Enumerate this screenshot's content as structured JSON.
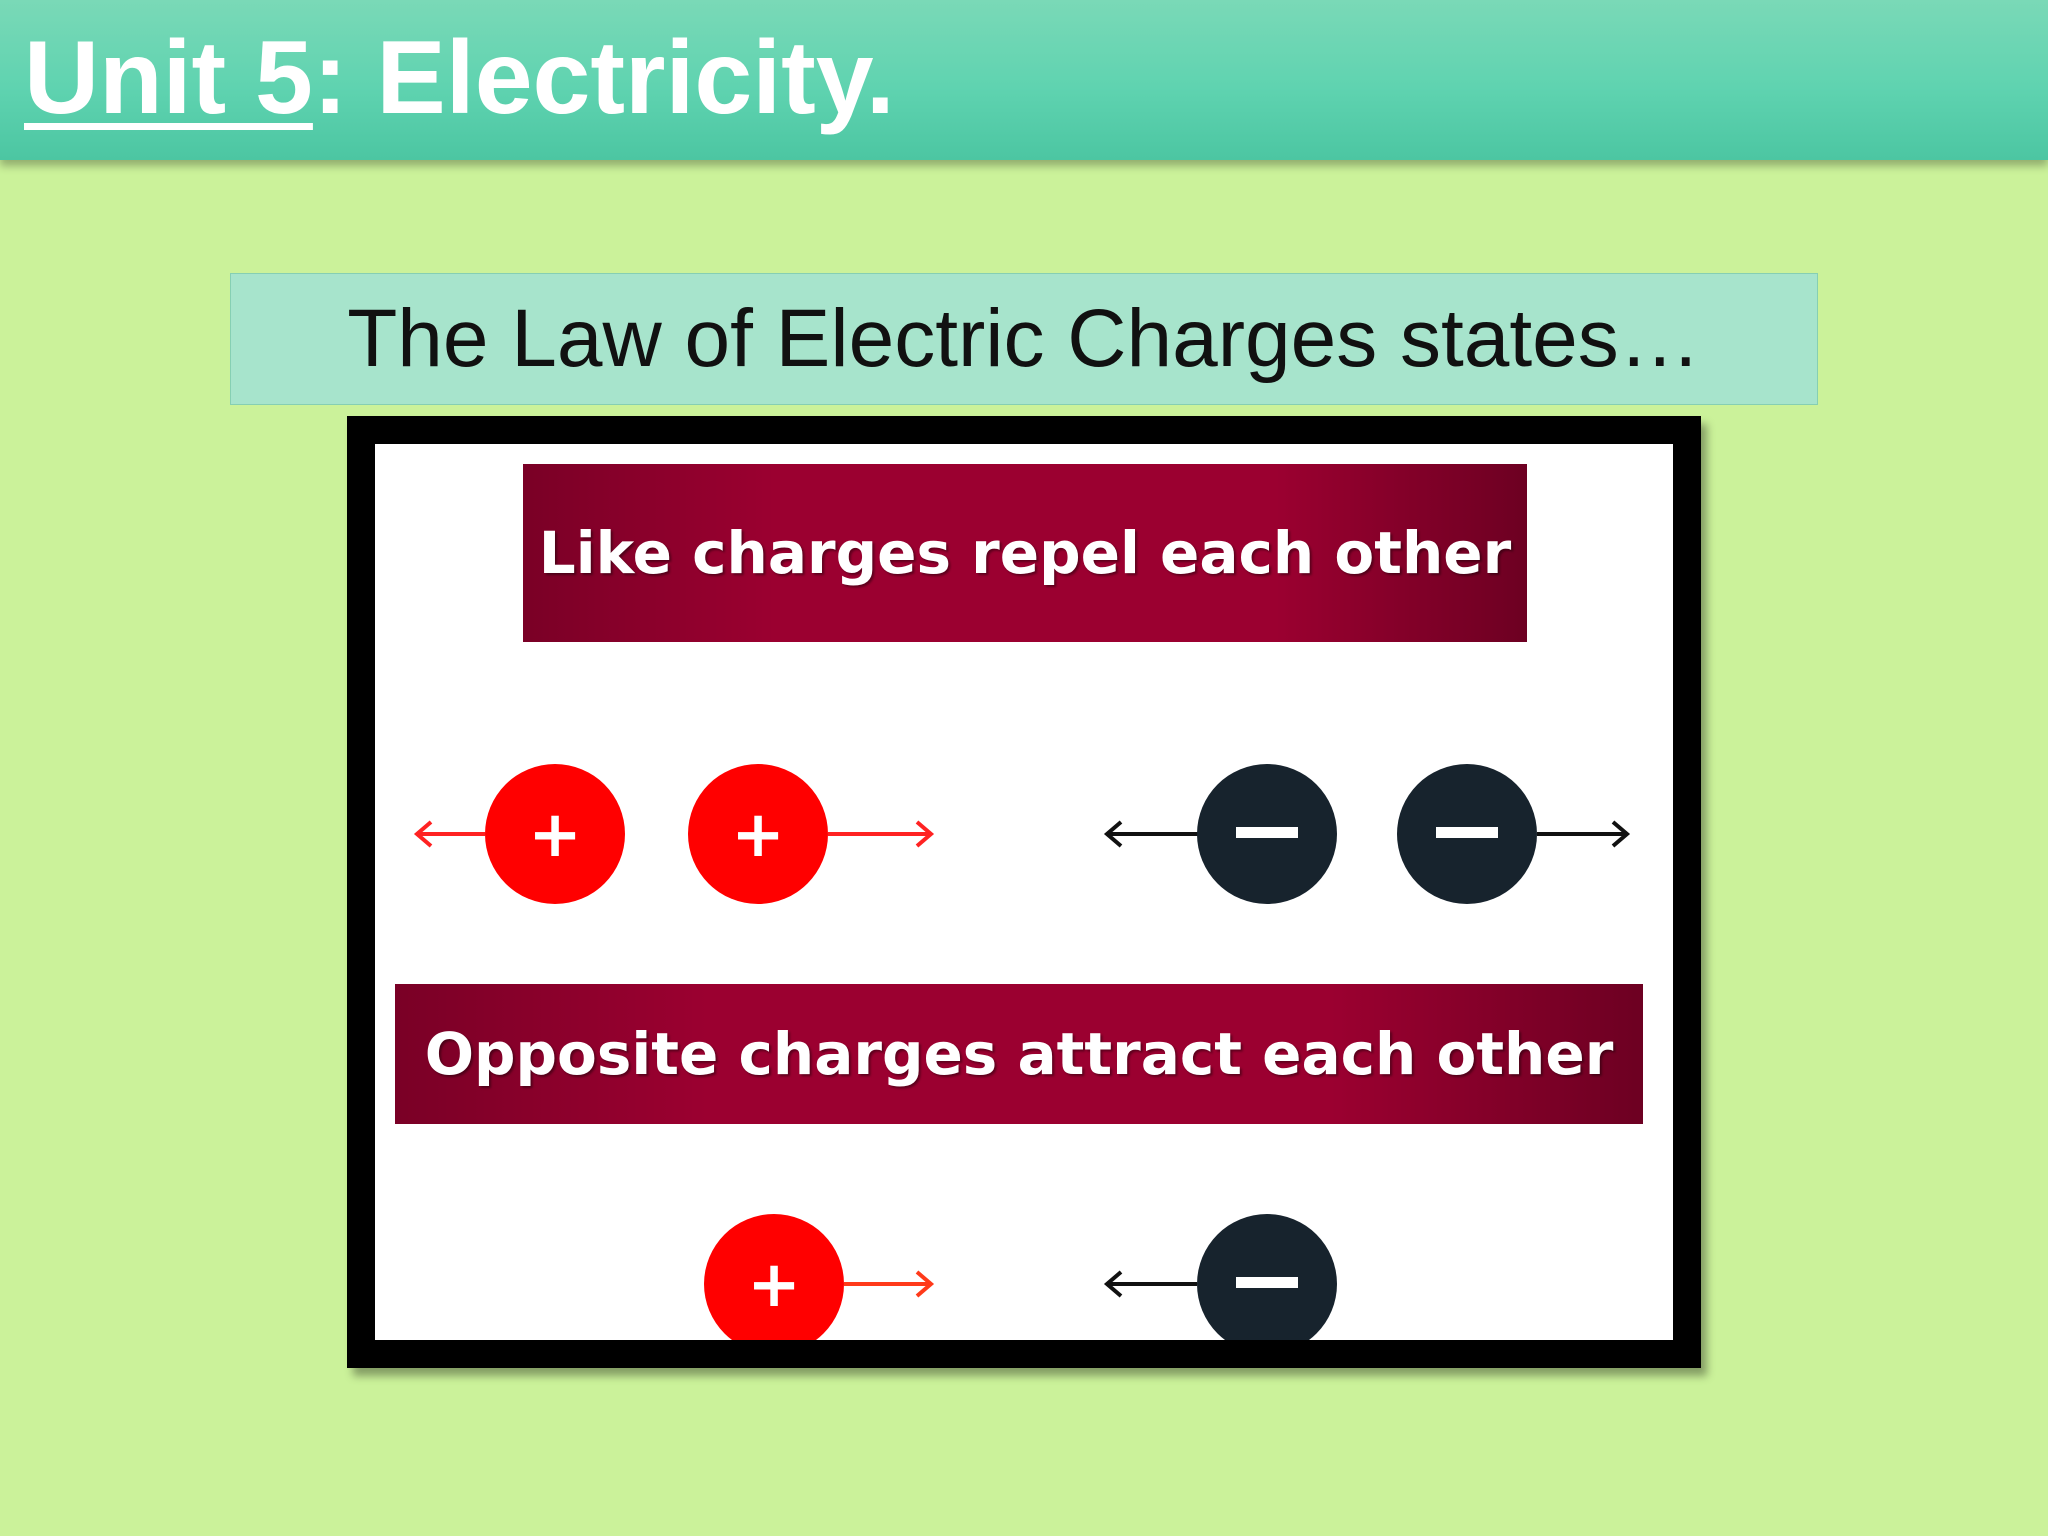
{
  "slide": {
    "title_underlined": "Unit 5",
    "title_rest": ": Electricity.",
    "subtitle": "The Law of Electric Charges states…"
  },
  "diagram": {
    "like_banner": "Like charges repel each other",
    "opposite_banner": "Opposite charges attract each other",
    "positive_symbol": "+",
    "negative_symbol": "−"
  },
  "colors": {
    "background": "#cbf29a",
    "title_bar": "#5fd3b0",
    "subtitle_box": "#a7e4cc",
    "banner": "#9b0030",
    "positive_charge": "#ff0000",
    "negative_charge": "#17232d"
  }
}
